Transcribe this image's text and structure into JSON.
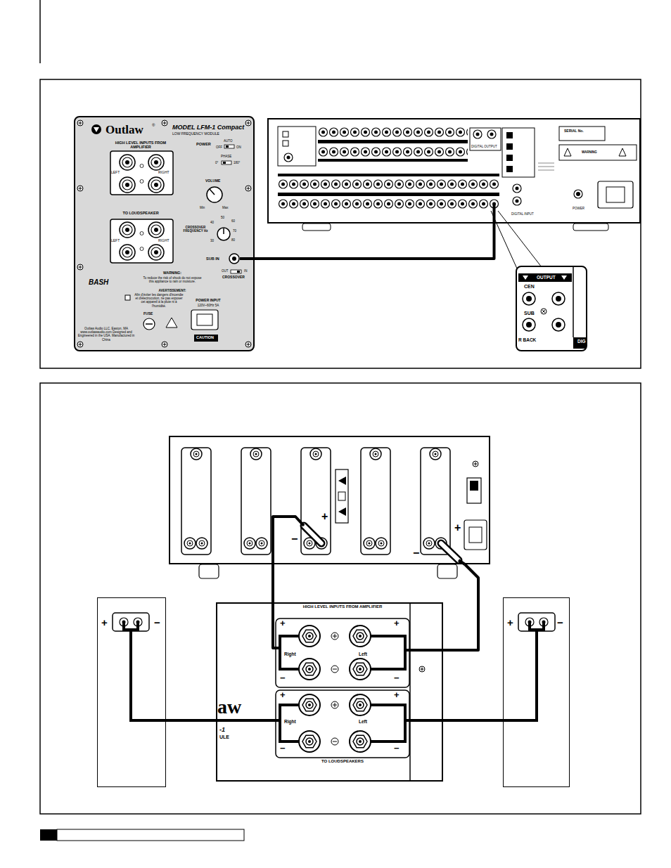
{
  "diagram": {
    "nodes": [
      {
        "text": [
          "Outlaw",
          "MODEL LFM-1 Compact",
          "LOW FREQUENCY MODULE"
        ]
      },
      {
        "text": [
          "HIGH LEVEL INPUTS FROM AMPLIFIER",
          "LEFT",
          "RIGHT"
        ],
        "in": 0
      },
      {
        "text": [
          "TO LOUDSPEAKER",
          "LEFT",
          "RIGHT"
        ],
        "in": 0
      },
      {
        "text": [
          "SUB IN"
        ],
        "in": 0
      },
      {
        "text": [
          "SERIAL No.",
          "WARNING",
          "DIGITAL OUTPUT",
          "POWER",
          "DIGITAL INPUT"
        ]
      },
      {
        "text": [
          "OUTPUT",
          "CEN",
          "SUB",
          "R BACK",
          "DIG"
        ]
      },
      {
        "text": [
          "+",
          "−",
          "+",
          "−"
        ]
      },
      {
        "text": [
          "aw",
          "-1",
          "ULE"
        ]
      },
      {
        "text": [
          "HIGH LEVEL INPUTS FROM AMPLIFIER",
          "Right",
          "Left",
          "+",
          "+",
          "−",
          "−"
        ],
        "in": 7
      },
      {
        "text": [
          "TO LOUDSPEAKERS",
          "Right",
          "Left",
          "+",
          "+",
          "−",
          "−"
        ],
        "in": 7
      },
      {
        "text": [
          "+",
          "−"
        ]
      },
      {
        "text": [
          "+",
          "−"
        ]
      }
    ],
    "edges": [
      {
        "from": 3,
        "to": 4,
        "arrow": "none"
      },
      {
        "from": 6,
        "to": 8,
        "arrow": "none"
      },
      {
        "from": 6,
        "to": 8,
        "arrow": "none"
      },
      {
        "from": 9,
        "to": 10,
        "arrow": "none"
      },
      {
        "from": 9,
        "to": 11,
        "arrow": "none"
      }
    ],
    "labels": [
      "®",
      "POWER",
      "AUTO",
      "OFF",
      "ON",
      "PHASE",
      "0°",
      "180°",
      "VOLUME",
      "Min",
      "Max",
      "CROSSOVER FREQUENCY Hz",
      "40",
      "50",
      "60",
      "70",
      "80",
      "30",
      "OUT",
      "IN",
      "CROSSOVER",
      "BASH",
      "WARNING:",
      "To reduce the risk of shock do not expose this appliance to rain or moisture.",
      "AVERTISSEMENT:",
      "Afin d'éviter les dangers d'incendie et d'électrocution, ne pas exposer cet appareil à la pluie ni à l'humidité.",
      "FUSE",
      "POWER INPUT",
      "120V~60Hz 5A",
      "Outlaw Audio LLC. Easton, MA www.outlawaudio.com Designed and Engineered in the USA. Manufactured in China",
      "CAUTION"
    ]
  }
}
